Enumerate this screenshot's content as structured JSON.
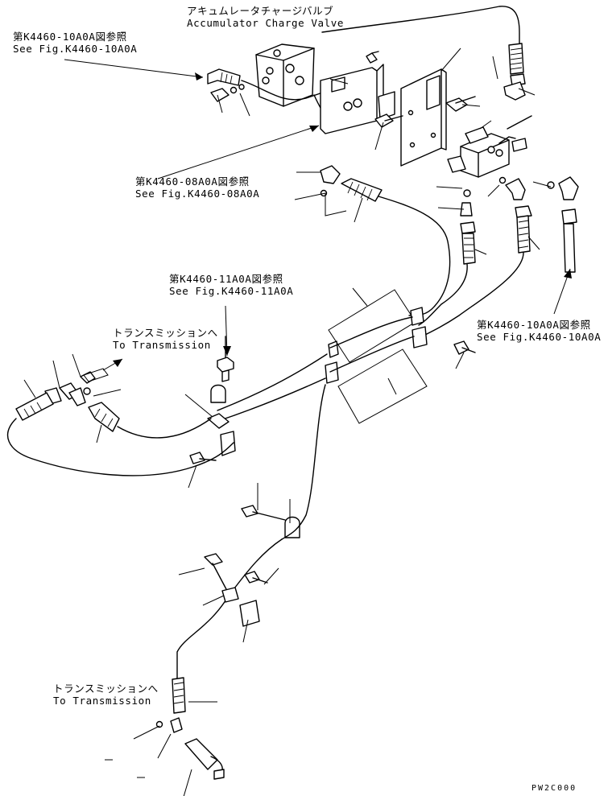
{
  "labels": {
    "accumulator_jp": "アキュムレータチャージバルブ",
    "accumulator_en": "Accumulator Charge Valve",
    "ref_10a0a_top_jp": "第K4460-10A0A図参照",
    "ref_10a0a_top_en": "See Fig.K4460-10A0A",
    "ref_08a0a_jp": "第K4460-08A0A図参照",
    "ref_08a0a_en": "See Fig.K4460-08A0A",
    "ref_11a0a_jp": "第K4460-11A0A図参照",
    "ref_11a0a_en": "See Fig.K4460-11A0A",
    "ref_10a0a_right_jp": "第K4460-10A0A図参照",
    "ref_10a0a_right_en": "See Fig.K4460-10A0A",
    "to_transmission_upper_jp": "トランスミッションへ",
    "to_transmission_upper_en": "To Transmission",
    "to_transmission_lower_jp": "トランスミッションへ",
    "to_transmission_lower_en": "To Transmission"
  },
  "drawing_code": "PW2C000"
}
